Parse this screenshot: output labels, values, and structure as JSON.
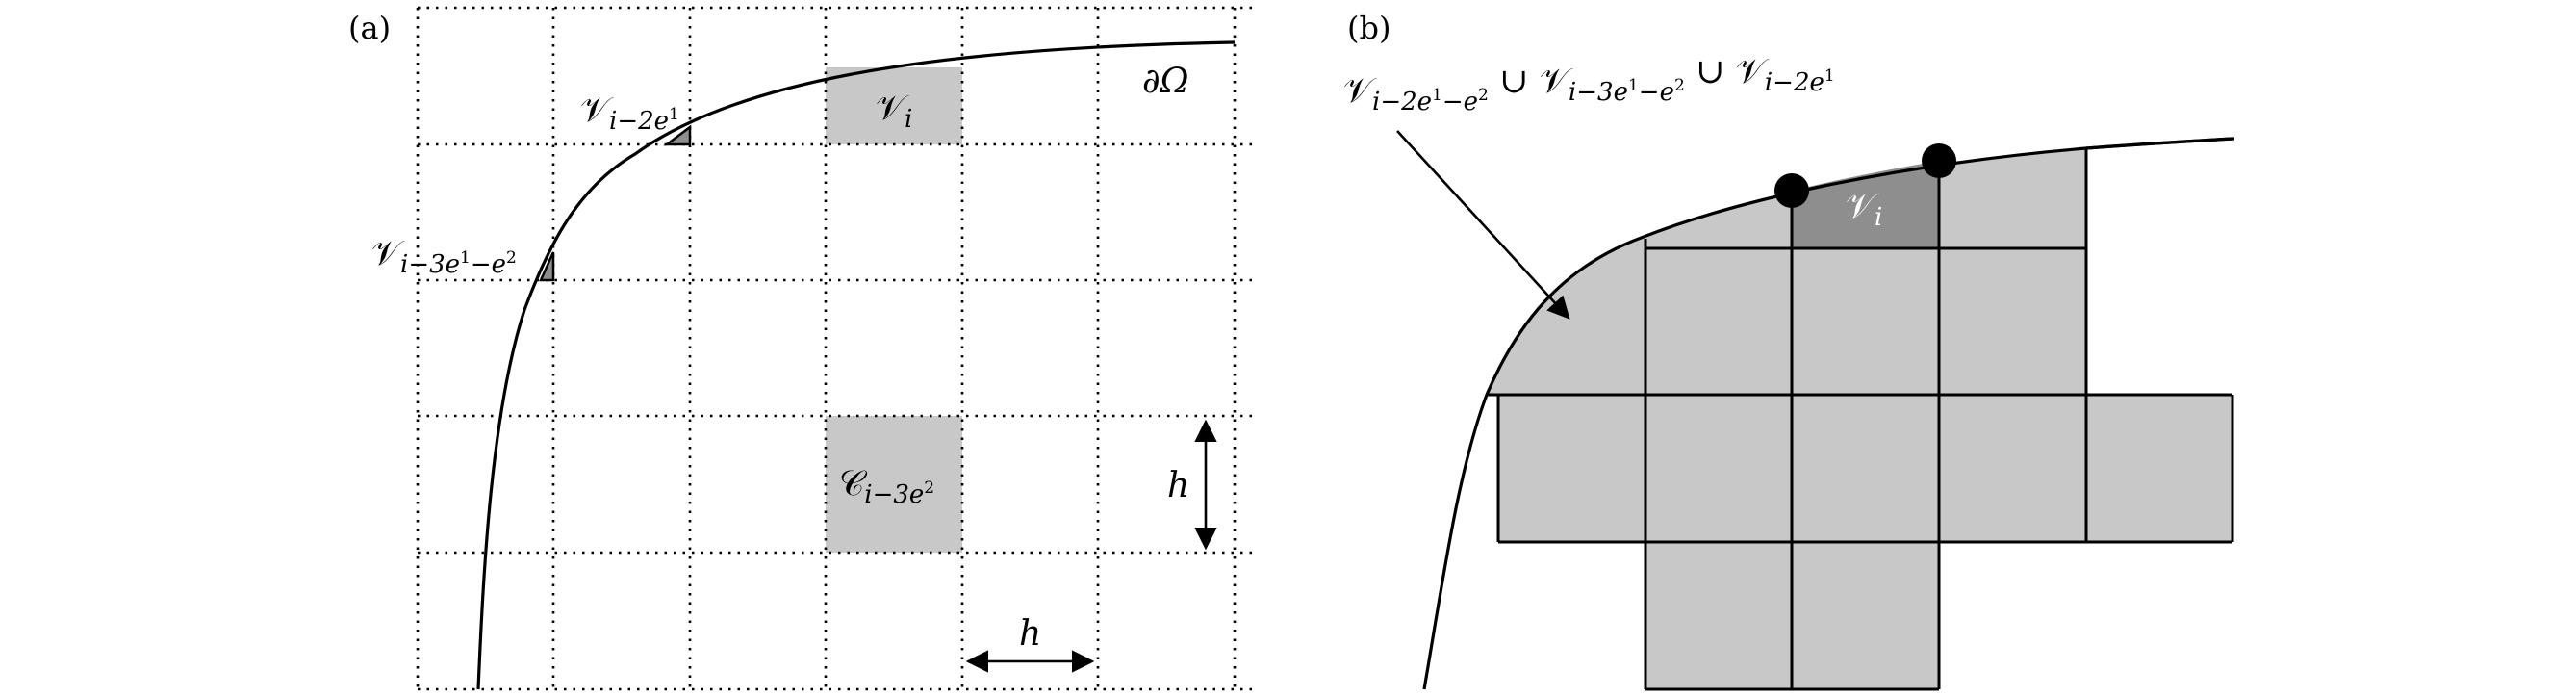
{
  "panel_a": {
    "tag": "(a)",
    "boundary_label": "∂Ω",
    "cell_v_i": {
      "main": "𝒱",
      "sub": "i"
    },
    "cell_v_i_minus_2e1": {
      "main": "𝒱",
      "sub": "i−2e",
      "sup": "1"
    },
    "cell_v_i_minus_3e1_e2": {
      "main": "𝒱",
      "sub1": "i−3e",
      "sup1": "1",
      "sub2": "−e",
      "sup2": "2"
    },
    "cell_c_i_minus_3e2": {
      "main": "𝒞",
      "sub": "i−3e",
      "sup": "2"
    },
    "spacing_h_vertical": "h",
    "spacing_h_horizontal": "h"
  },
  "panel_b": {
    "tag": "(b)",
    "union_label": {
      "t1_main": "𝒱",
      "t1_sub1": "i−2e",
      "t1_sup1": "1",
      "t1_sub2": "−e",
      "t1_sup2": "2",
      "union1": " ∪ ",
      "t2_main": "𝒱",
      "t2_sub1": "i−3e",
      "t2_sup1": "1",
      "t2_sub2": "−e",
      "t2_sup2": "2",
      "union2": " ∪ ",
      "t3_main": "𝒱",
      "t3_sub1": "i−2e",
      "t3_sup1": "1"
    },
    "cell_v_i": {
      "main": "𝒱",
      "sub": "i"
    }
  },
  "colors": {
    "light_gray": "#c8c8c8",
    "dark_gray": "#8e8e8e",
    "line": "#000000"
  }
}
